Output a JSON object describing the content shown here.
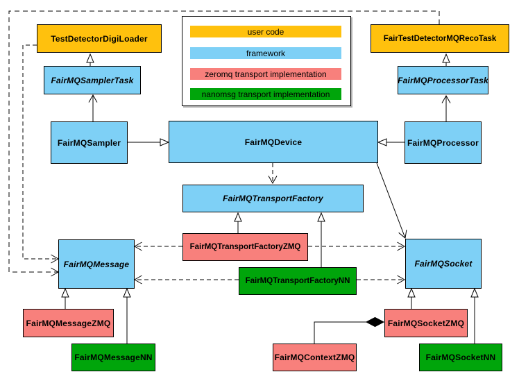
{
  "diagram": {
    "kind": "uml-class-diagram",
    "colors": {
      "user_code": "#FFC10D",
      "framework": "#7ED0F6",
      "zeromq": "#F8807C",
      "nanomsg": "#00A50B",
      "border": "#000000",
      "background": "#FFFFFF"
    },
    "legend": {
      "items": [
        {
          "label": "user code",
          "color": "#FFC10D"
        },
        {
          "label": "framework",
          "color": "#7ED0F6"
        },
        {
          "label": "zeromq transport implementation",
          "color": "#F8807C"
        },
        {
          "label": "nanomsg transport implementation",
          "color": "#00A50B"
        }
      ]
    },
    "nodes": {
      "digiLoader": {
        "label": "TestDetectorDigiLoader",
        "category": "user code",
        "color": "#FFC10D",
        "abstract": false
      },
      "recoTask": {
        "label": "FairTestDetectorMQRecoTask",
        "category": "user code",
        "color": "#FFC10D",
        "abstract": false
      },
      "samplerTask": {
        "label": "FairMQSamplerTask",
        "category": "framework",
        "color": "#7ED0F6",
        "abstract": true
      },
      "processorTask": {
        "label": "FairMQProcessorTask",
        "category": "framework",
        "color": "#7ED0F6",
        "abstract": true
      },
      "sampler": {
        "label": "FairMQSampler",
        "category": "framework",
        "color": "#7ED0F6",
        "abstract": false
      },
      "device": {
        "label": "FairMQDevice",
        "category": "framework",
        "color": "#7ED0F6",
        "abstract": false
      },
      "processor": {
        "label": "FairMQProcessor",
        "category": "framework",
        "color": "#7ED0F6",
        "abstract": false
      },
      "transportFactory": {
        "label": "FairMQTransportFactory",
        "category": "framework",
        "color": "#7ED0F6",
        "abstract": true
      },
      "transportFactoryZMQ": {
        "label": "FairMQTransportFactoryZMQ",
        "category": "zeromq",
        "color": "#F8807C",
        "abstract": false
      },
      "transportFactoryNN": {
        "label": "FairMQTransportFactoryNN",
        "category": "nanomsg",
        "color": "#00A50B",
        "abstract": false
      },
      "message": {
        "label": "FairMQMessage",
        "category": "framework",
        "color": "#7ED0F6",
        "abstract": true
      },
      "socket": {
        "label": "FairMQSocket",
        "category": "framework",
        "color": "#7ED0F6",
        "abstract": true
      },
      "messageZMQ": {
        "label": "FairMQMessageZMQ",
        "category": "zeromq",
        "color": "#F8807C",
        "abstract": false
      },
      "messageNN": {
        "label": "FairMQMessageNN",
        "category": "nanomsg",
        "color": "#00A50B",
        "abstract": false
      },
      "socketZMQ": {
        "label": "FairMQSocketZMQ",
        "category": "zeromq",
        "color": "#F8807C",
        "abstract": false
      },
      "contextZMQ": {
        "label": "FairMQContextZMQ",
        "category": "zeromq",
        "color": "#F8807C",
        "abstract": false
      },
      "socketNN": {
        "label": "FairMQSocketNN",
        "category": "nanomsg",
        "color": "#00A50B",
        "abstract": false
      }
    },
    "edges": [
      {
        "from": "FairMQSamplerTask",
        "to": "TestDetectorDigiLoader",
        "line": "solid",
        "head": "hollow-triangle"
      },
      {
        "from": "FairMQSampler",
        "to": "FairMQSamplerTask",
        "line": "solid",
        "head": "open-arrow"
      },
      {
        "from": "FairMQSampler",
        "to": "FairMQDevice",
        "line": "solid",
        "head": "hollow-triangle"
      },
      {
        "from": "FairMQProcessorTask",
        "to": "FairTestDetectorMQRecoTask",
        "line": "solid",
        "head": "hollow-triangle"
      },
      {
        "from": "FairMQProcessor",
        "to": "FairMQProcessorTask",
        "line": "solid",
        "head": "open-arrow"
      },
      {
        "from": "FairMQProcessor",
        "to": "FairMQDevice",
        "line": "solid",
        "head": "hollow-triangle"
      },
      {
        "from": "FairMQDevice",
        "to": "FairMQTransportFactory",
        "line": "dashed",
        "head": "open-arrow"
      },
      {
        "from": "FairMQDevice",
        "to": "FairMQSocket",
        "line": "solid",
        "head": "open-arrow"
      },
      {
        "from": "FairTestDetectorMQRecoTask",
        "to": "FairMQMessage",
        "line": "dashed",
        "head": "open-arrow"
      },
      {
        "from": "TestDetectorDigiLoader",
        "to": "FairMQMessage",
        "line": "dashed",
        "head": "open-arrow"
      },
      {
        "from": "FairMQTransportFactoryZMQ",
        "to": "FairMQTransportFactory",
        "line": "solid",
        "head": "hollow-triangle"
      },
      {
        "from": "FairMQTransportFactoryNN",
        "to": "FairMQTransportFactory",
        "line": "solid",
        "head": "hollow-triangle"
      },
      {
        "from": "FairMQTransportFactoryZMQ",
        "to": "FairMQMessage",
        "line": "dashed",
        "head": "open-arrow"
      },
      {
        "from": "FairMQTransportFactoryZMQ",
        "to": "FairMQSocket",
        "line": "dashed",
        "head": "open-arrow"
      },
      {
        "from": "FairMQTransportFactoryNN",
        "to": "FairMQMessage",
        "line": "dashed",
        "head": "open-arrow"
      },
      {
        "from": "FairMQTransportFactoryNN",
        "to": "FairMQSocket",
        "line": "dashed",
        "head": "open-arrow"
      },
      {
        "from": "FairMQMessageZMQ",
        "to": "FairMQMessage",
        "line": "solid",
        "head": "hollow-triangle"
      },
      {
        "from": "FairMQMessageNN",
        "to": "FairMQMessage",
        "line": "solid",
        "head": "hollow-triangle"
      },
      {
        "from": "FairMQSocketZMQ",
        "to": "FairMQSocket",
        "line": "solid",
        "head": "hollow-triangle"
      },
      {
        "from": "FairMQSocketNN",
        "to": "FairMQSocket",
        "line": "solid",
        "head": "hollow-triangle"
      },
      {
        "from": "FairMQContextZMQ",
        "to": "FairMQSocketZMQ",
        "line": "solid",
        "head": "filled-diamond"
      }
    ]
  }
}
